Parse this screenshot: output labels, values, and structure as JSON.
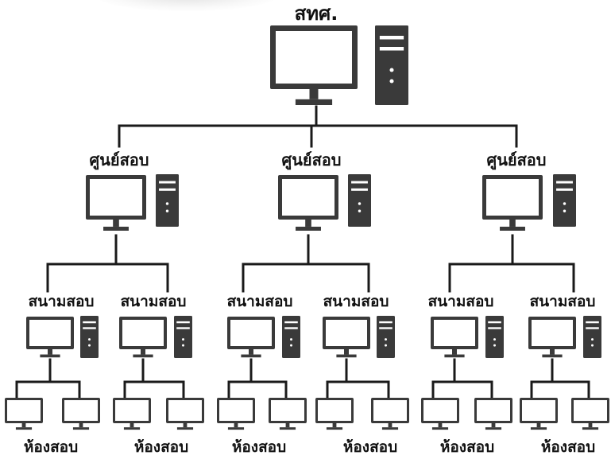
{
  "diagram": {
    "root": {
      "label": "สทศ."
    },
    "centers": [
      {
        "label": "ศูนย์สอบ",
        "venues": [
          {
            "label": "สนามสอบ",
            "room_label": "ห้องสอบ"
          },
          {
            "label": "สนามสอบ",
            "room_label": "ห้องสอบ"
          }
        ]
      },
      {
        "label": "ศูนย์สอบ",
        "venues": [
          {
            "label": "สนามสอบ",
            "room_label": "ห้องสอบ"
          },
          {
            "label": "สนามสอบ",
            "room_label": "ห้องสอบ"
          }
        ]
      },
      {
        "label": "ศูนย์สอบ",
        "venues": [
          {
            "label": "สนามสอบ",
            "room_label": "ห้องสอบ"
          },
          {
            "label": "สนามสอบ",
            "room_label": "ห้องสอบ"
          }
        ]
      }
    ]
  },
  "colors": {
    "line": "#1a1a1a",
    "device_body": "#3a3a3a",
    "screen": "#ffffff",
    "tower_slot": "#ffffff"
  },
  "icons": {
    "server_station": "desktop-computer-with-tower-icon",
    "client_station": "monitor-icon"
  }
}
